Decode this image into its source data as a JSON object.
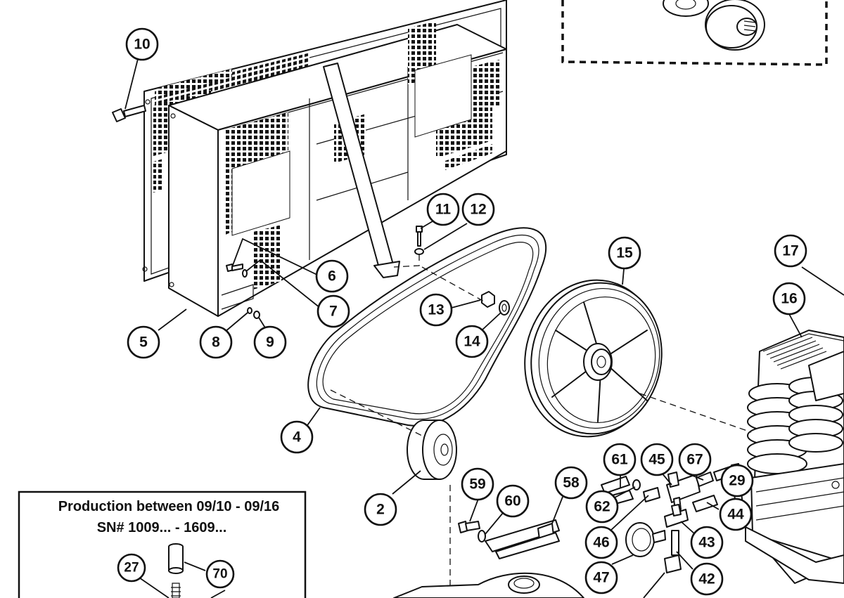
{
  "callouts": {
    "c10": "10",
    "c11": "11",
    "c12": "12",
    "c6": "6",
    "c7": "7",
    "c5": "5",
    "c8": "8",
    "c9": "9",
    "c13": "13",
    "c14": "14",
    "c15": "15",
    "c17": "17",
    "c16": "16",
    "c4": "4",
    "c2": "2",
    "c61": "61",
    "c45": "45",
    "c67": "67",
    "c29": "29",
    "c59": "59",
    "c58": "58",
    "c60": "60",
    "c62": "62",
    "c44": "44",
    "c46": "46",
    "c43": "43",
    "c47": "47",
    "c42": "42",
    "c27": "27",
    "c70": "70"
  },
  "production_box": {
    "line1": "Production between 09/10 - 09/16",
    "line2": "SN# 1009... - 1609..."
  }
}
